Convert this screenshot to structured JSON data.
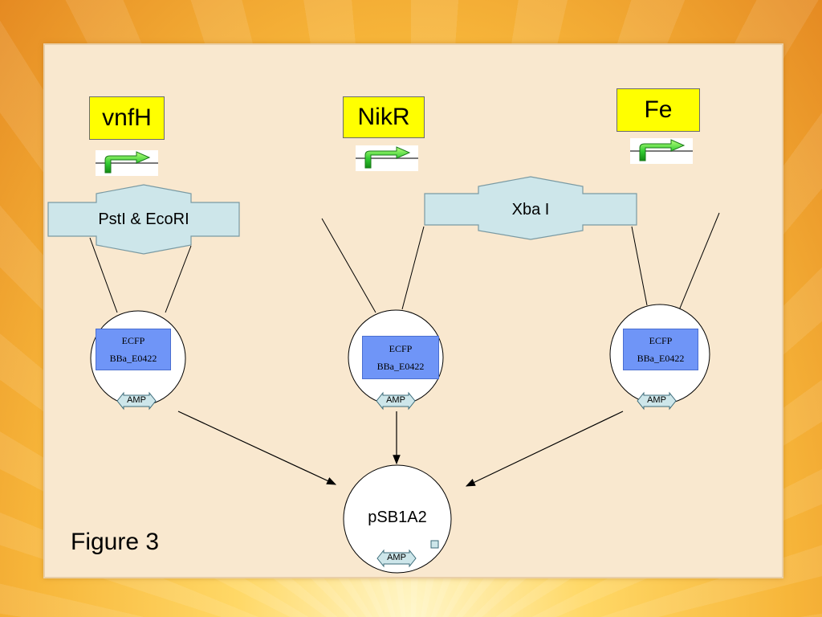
{
  "genes": [
    {
      "id": "vnfh",
      "label": "vnfH"
    },
    {
      "id": "nikr",
      "label": "NikR"
    },
    {
      "id": "fe",
      "label": "Fe"
    }
  ],
  "enzymes": {
    "left": "PstI & EcoRI",
    "right": "Xba I"
  },
  "plasmids": [
    {
      "name": "ECFP",
      "part": "BBa_E0422",
      "marker": "AMP"
    },
    {
      "name": "ECFP",
      "part": "BBa_E0422",
      "marker": "AMP"
    },
    {
      "name": "ECFP",
      "part": "BBa_E0422",
      "marker": "AMP"
    }
  ],
  "destination": {
    "name": "pSB1A2",
    "marker": "AMP"
  },
  "figure_label": "Figure 3",
  "colors": {
    "gene_box": "#ffff00",
    "enzyme_arrow": "#cde6ea",
    "ecfp_box": "#6f95f7",
    "promoter_arrow": "#33cc33",
    "panel": "#f9e8cf"
  }
}
